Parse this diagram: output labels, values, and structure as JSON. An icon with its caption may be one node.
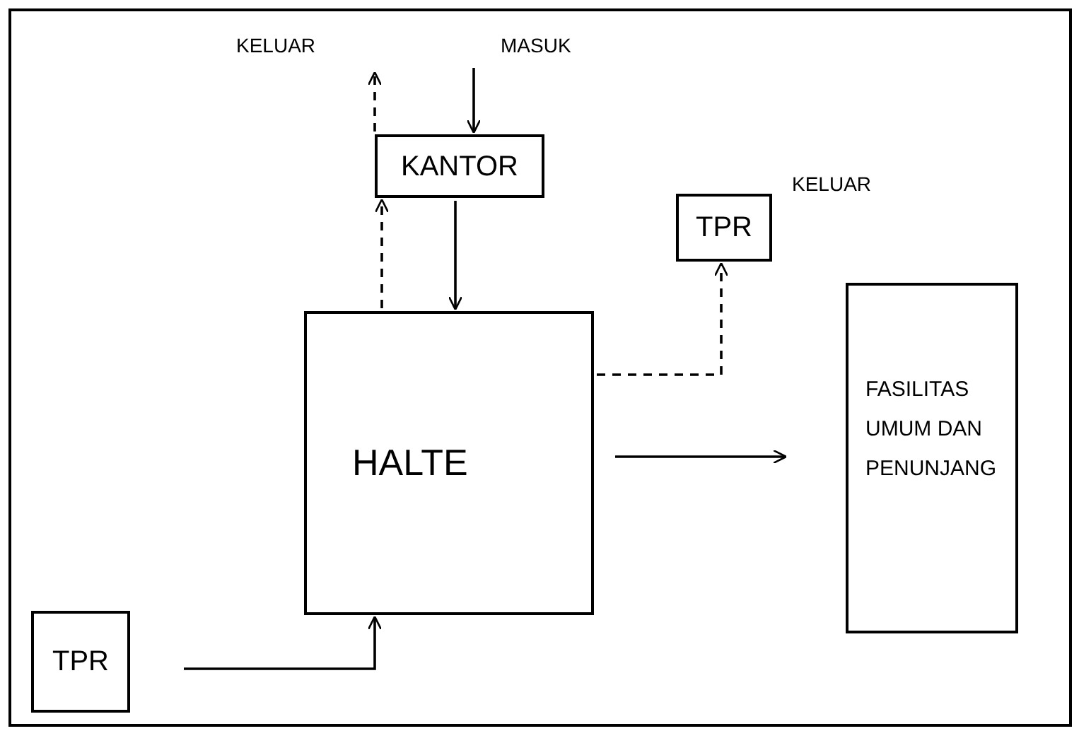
{
  "diagram": {
    "nodes": [
      {
        "text": [
          "KANTOR"
        ]
      },
      {
        "text": [
          "TPR"
        ],
        "beside": [
          "KELUAR"
        ]
      },
      {
        "text": [
          "HALTE"
        ]
      },
      {
        "text": [
          "FASILITAS UMUM DAN PENUNJANG"
        ]
      },
      {
        "text": [
          "TPR"
        ]
      }
    ],
    "edges": [
      {
        "from": null,
        "to": 0,
        "arrow": "to",
        "label": "MASUK"
      },
      {
        "from": 0,
        "to": null,
        "arrow": "to",
        "style": "dashed",
        "label": "KELUAR"
      },
      {
        "from": 2,
        "to": 0,
        "arrow": "to",
        "style": "dashed"
      },
      {
        "from": 0,
        "to": 2,
        "arrow": "to"
      },
      {
        "from": 2,
        "to": 1,
        "arrow": "to",
        "style": "dashed"
      },
      {
        "from": 2,
        "to": 3,
        "arrow": "to"
      },
      {
        "from": 4,
        "to": 2,
        "arrow": "to"
      }
    ]
  }
}
